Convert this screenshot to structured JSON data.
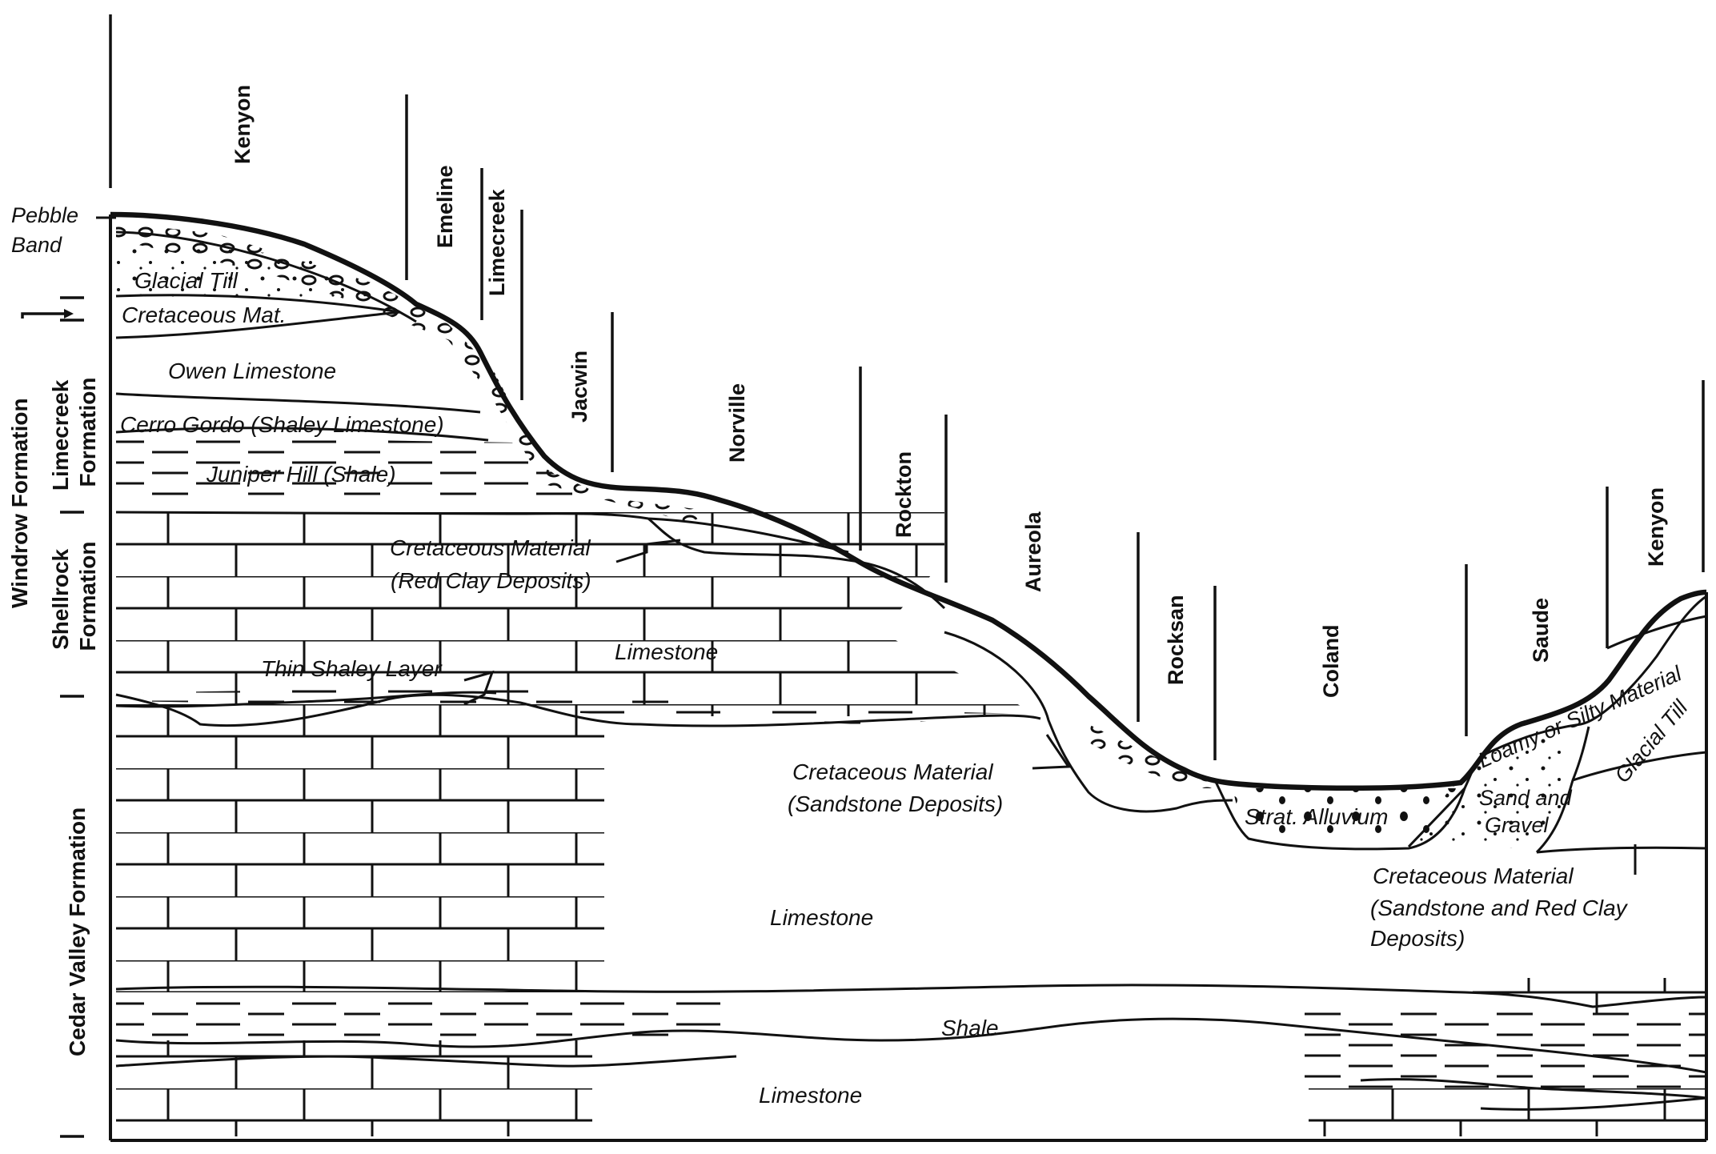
{
  "soils": [
    "Kenyon",
    "Emeline",
    "Limecreek",
    "Jacwin",
    "Norville",
    "Rockton",
    "Aureola",
    "Rocksan",
    "Coland",
    "Saude",
    "Kenyon"
  ],
  "formations": [
    "Windrow Formation",
    "Limecreek Formation",
    "Shellrock Formation",
    "Cedar Valley Formation"
  ],
  "layers": {
    "pebble_band": "Pebble Band",
    "glacial_till": "Glacial Till",
    "cretaceous_mat": "Cretaceous Mat.",
    "owen": "Owen Limestone",
    "cerro_gordo": "Cerro Gordo (Shaley Limestone)",
    "juniper": "Juniper Hill (Shale)",
    "cret_red_1": "Cretaceous Material",
    "cret_red_2": "(Red Clay Deposits)",
    "limestone_mid": "Limestone",
    "thin_shaley": "Thin Shaley Layer",
    "cret_sand_1": "Cretaceous Material",
    "cret_sand_2": "(Sandstone Deposits)",
    "strat_alluvium": "Strat. Alluvium",
    "loamy": "Loamy or Silty Material",
    "sand_1": "Sand and",
    "sand_2": "Gravel",
    "glacial_till_right": "Glacial Till",
    "cret_sr_1": "Cretaceous Material",
    "cret_sr_2": "(Sandstone and Red Clay",
    "cret_sr_3": "Deposits)",
    "limestone_lower": "Limestone",
    "shale": "Shale",
    "limestone_bottom": "Limestone"
  },
  "colors": {
    "ink": "#111111",
    "background": "#ffffff"
  }
}
